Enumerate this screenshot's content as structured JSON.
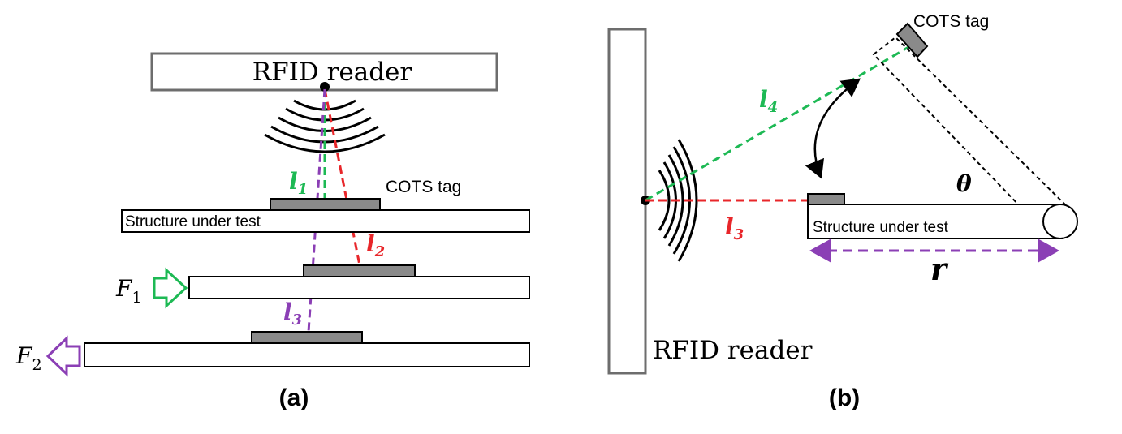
{
  "panel_a": {
    "reader_label": "RFID reader",
    "tag_label": "COTS tag",
    "structure_label": "Structure under test",
    "l1": {
      "base": "l",
      "sub": "1"
    },
    "l2": {
      "base": "l",
      "sub": "2"
    },
    "l3": {
      "base": "l",
      "sub": "3"
    },
    "f1": {
      "base": "F",
      "sub": "1"
    },
    "f2": {
      "base": "F",
      "sub": "2"
    },
    "caption": "(a)"
  },
  "panel_b": {
    "reader_label": "RFID reader",
    "tag_label": "COTS tag",
    "structure_label": "Structure under test",
    "l4": {
      "base": "l",
      "sub": "4"
    },
    "l3": {
      "base": "l",
      "sub": "3"
    },
    "theta": "θ",
    "r": "r",
    "caption": "(b)"
  },
  "colors": {
    "green": "#1db954",
    "red": "#e8262a",
    "purple": "#8b3fb5",
    "outline": "#6d6d6d",
    "tag_fill": "#8a8a8a"
  }
}
